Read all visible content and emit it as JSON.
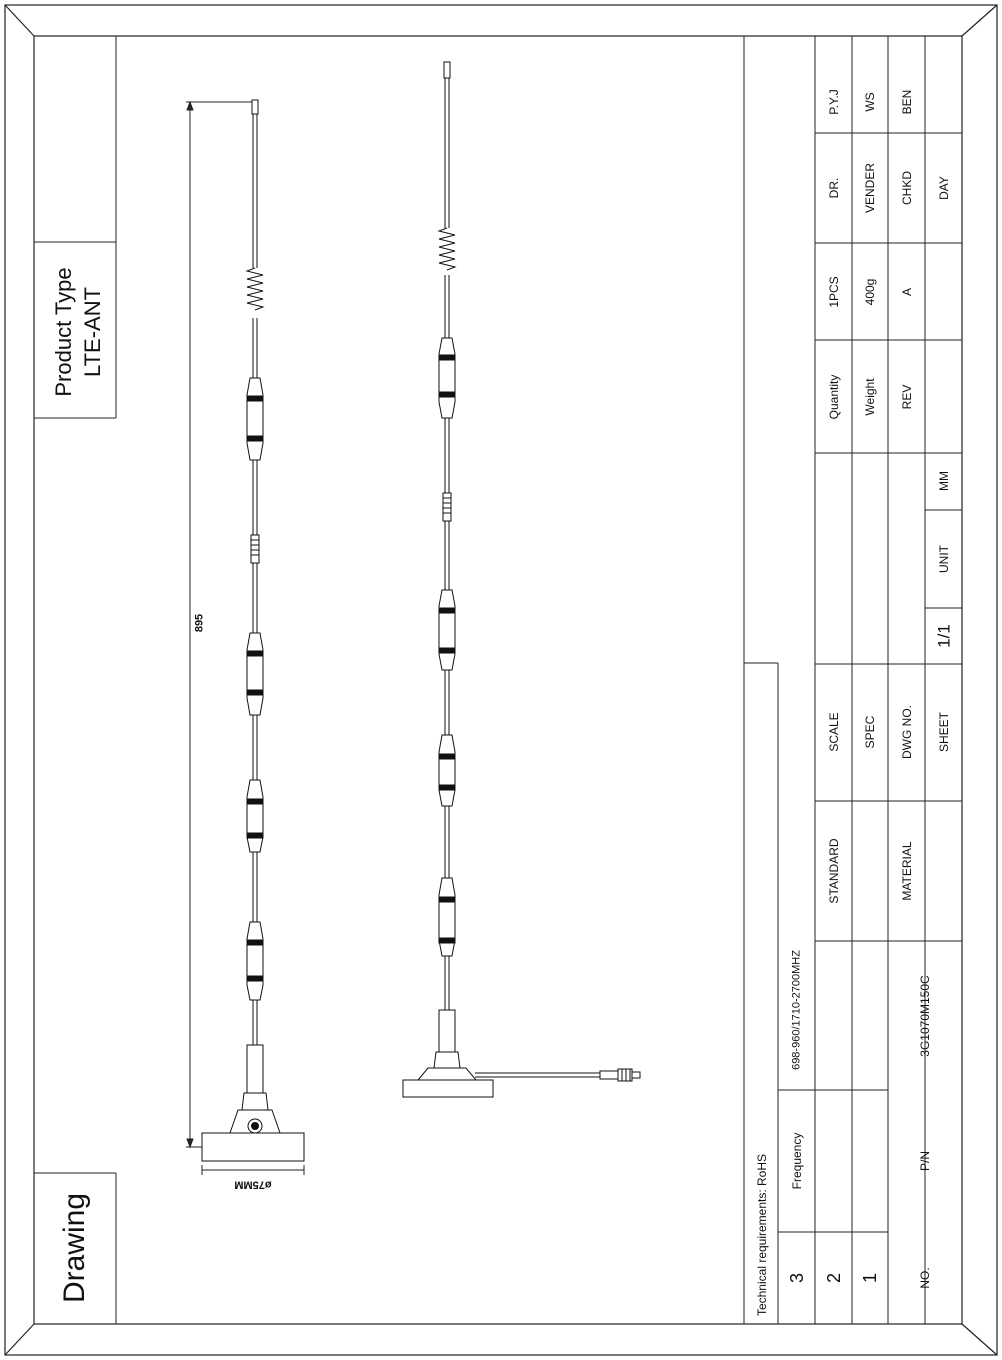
{
  "drawing_label": "Drawing",
  "product_type_title": "Product Type",
  "product_type_value": "LTE-ANT",
  "dimensions": {
    "height_label": "895",
    "base_label": "ø75MM"
  },
  "title_block": {
    "technical_requirements": "Technical requirements:  RoHS",
    "rows": [
      {
        "no": "3",
        "item": "Frequency",
        "value": "698-960/1710-2700MHZ"
      },
      {
        "no": "2",
        "item": "",
        "value": ""
      },
      {
        "no": "1",
        "item": "",
        "value": ""
      }
    ],
    "no_label": "NO.",
    "pn_label": "P/N",
    "pn_value": "3G1070M150C",
    "standard_label": "STANDARD",
    "material_label": "MATERIAL",
    "scale_label": "SCALE",
    "spec_label": "SPEC",
    "dwg_no_label": "DWG NO.",
    "sheet_label": "SHEET",
    "sheet_value": "1/1",
    "unit_label": "UNIT",
    "unit_value": "MM",
    "quantity_label": "Quantity",
    "quantity_value": "1PCS",
    "weight_label": "Weight",
    "weight_value": "400g",
    "rev_label": "REV",
    "rev_value": "A",
    "dr_label": "DR.",
    "dr_value": "P.Y.J",
    "vender_label": "VENDER",
    "vender_value": "WS",
    "chkd_label": "CHKD",
    "chkd_value": "BEN",
    "day_label": "DAY",
    "day_value": ""
  }
}
